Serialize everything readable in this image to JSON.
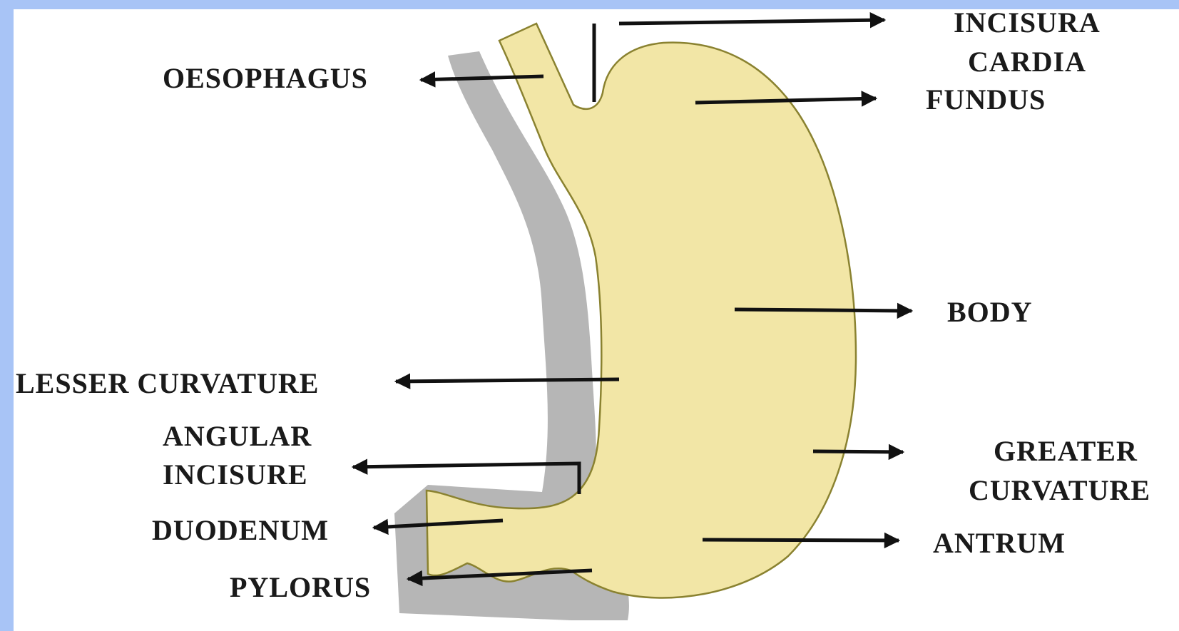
{
  "colors": {
    "frame": "#a8c4f6",
    "background": "#ffffff",
    "stomach_fill": "#f2e6a6",
    "stomach_outline": "#8a8230",
    "shadow": "#a9a9a9",
    "arrow": "#111111",
    "text": "#1a1a1a"
  },
  "labels": {
    "incisura": "INCISURA",
    "cardia": "CARDIA",
    "fundus": "FUNDUS",
    "oesophagus": "OESOPHAGUS",
    "body": "BODY",
    "lesser_curvature": "LESSER CURVATURE",
    "angular": "ANGULAR",
    "incisure": "INCISURE",
    "greater": "GREATER",
    "curvature": "CURVATURE",
    "duodenum": "DUODENUM",
    "antrum": "ANTRUM",
    "pylorus": "PYLORUS"
  }
}
